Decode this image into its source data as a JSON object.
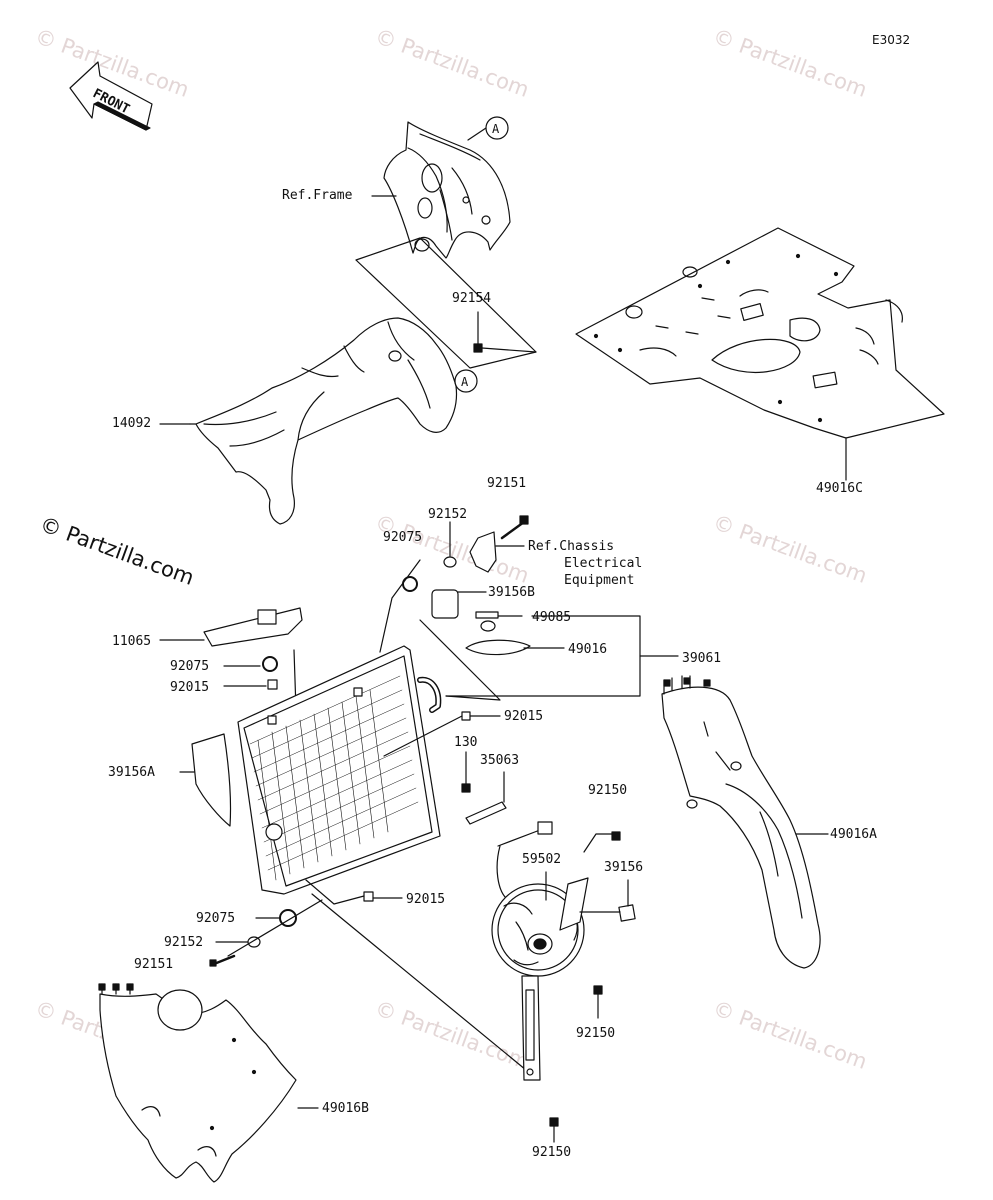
{
  "diagram": {
    "code": "E3032",
    "front_label": "FRONT",
    "brand_watermark": "© Partzilla.com",
    "watermark": "© Partzilla.com",
    "callout_a": "A",
    "refs": {
      "frame": "Ref.Frame",
      "chassis_line1": "Ref.Chassis",
      "chassis_line2": "Electrical",
      "chassis_line3": "Equipment"
    },
    "parts": {
      "p92154": "92154",
      "p14092": "14092",
      "p49016C": "49016C",
      "p92151_top": "92151",
      "p92152_top": "92152",
      "p92075_top": "92075",
      "p39156B": "39156B",
      "p49085": "49085",
      "p11065": "11065",
      "p49016": "49016",
      "p39061": "39061",
      "p92075_mid": "92075",
      "p92015_left": "92015",
      "p92015_mid": "92015",
      "p130": "130",
      "p35063": "35063",
      "p39156A": "39156A",
      "p92150_r": "92150",
      "p59502": "59502",
      "p39156": "39156",
      "p49016A": "49016A",
      "p92015_low": "92015",
      "p92075_low": "92075",
      "p92152_low": "92152",
      "p92151_low": "92151",
      "p92150_mid": "92150",
      "p49016B": "49016B",
      "p92150_bot": "92150"
    }
  }
}
